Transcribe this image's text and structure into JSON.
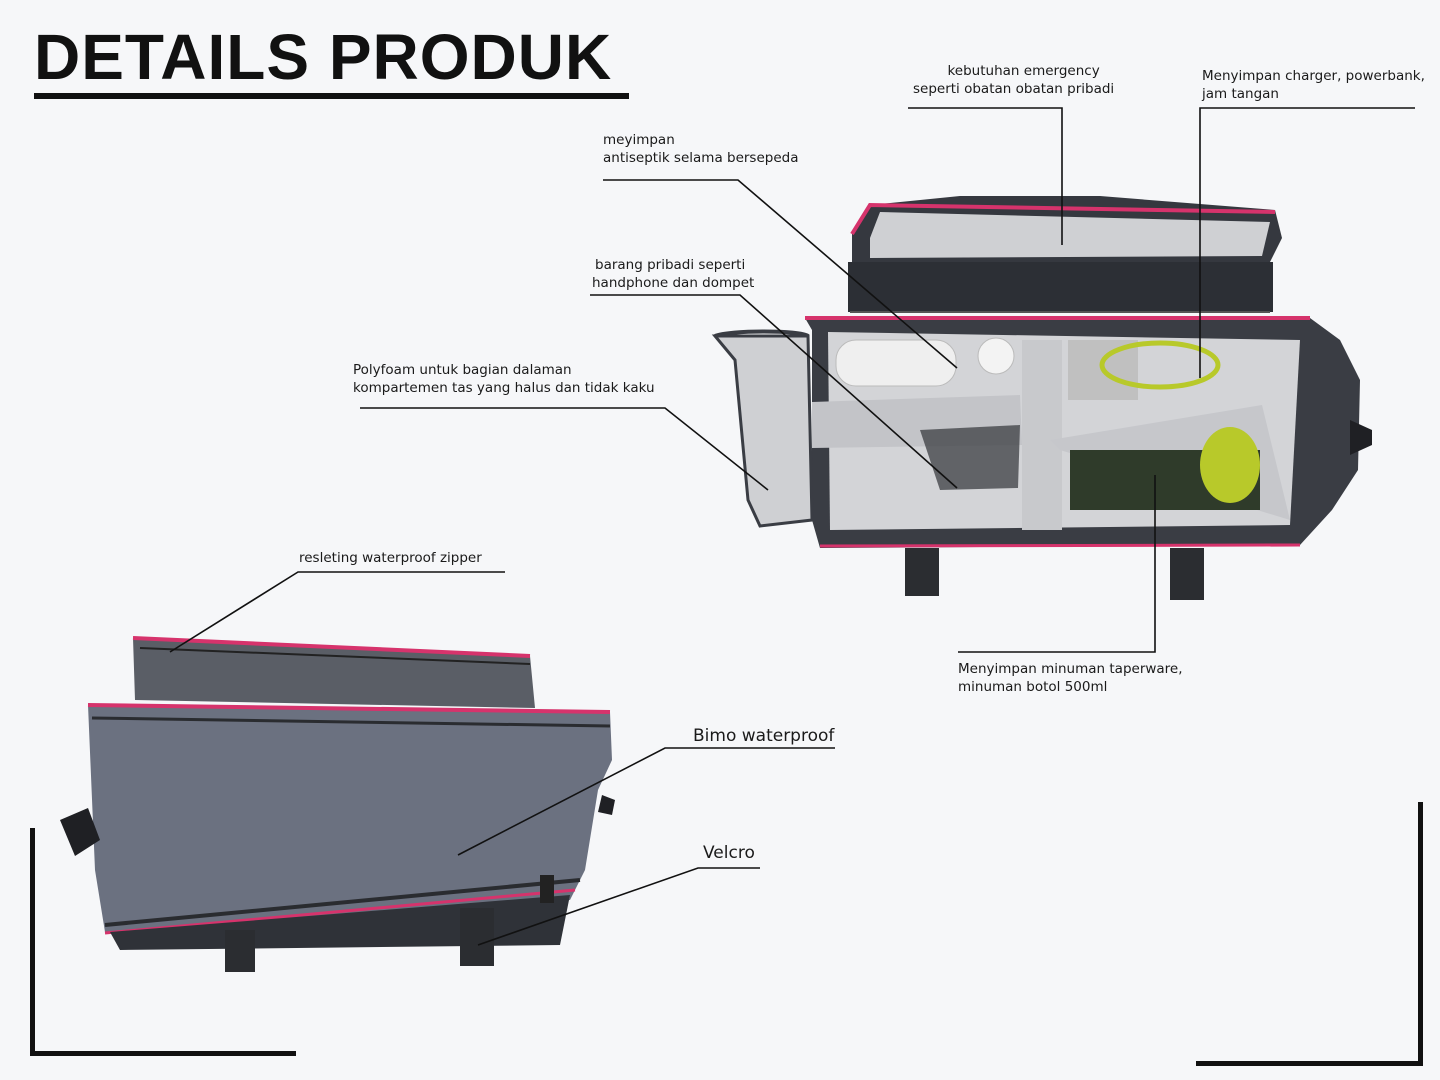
{
  "page": {
    "title": "DETAILS PRODUK"
  },
  "callouts": {
    "emergency": [
      "kebutuhan emergency",
      "seperti obatan obatan pribadi"
    ],
    "charger": [
      "Menyimpan charger, powerbank,",
      "jam tangan"
    ],
    "antiseptic": [
      "meyimpan",
      "antiseptik selama bersepeda"
    ],
    "personal": [
      "barang pribadi seperti",
      "handphone dan dompet"
    ],
    "polyfoam": [
      "Polyfoam untuk bagian dalaman",
      "kompartemen tas yang halus dan tidak kaku"
    ],
    "drinks": [
      "Menyimpan minuman taperware,",
      "minuman botol 500ml"
    ],
    "zipper": [
      "resleting waterproof zipper"
    ],
    "material": [
      "Bimo waterproof"
    ],
    "velcro": [
      "Velcro"
    ]
  },
  "colors": {
    "background": "#f6f7f9",
    "bag_dark": "#3a3d44",
    "bag_body": "#6b7280",
    "lining": "#d3d4d7",
    "trim": "#d6336c",
    "accent_green": "#b8c92a"
  }
}
